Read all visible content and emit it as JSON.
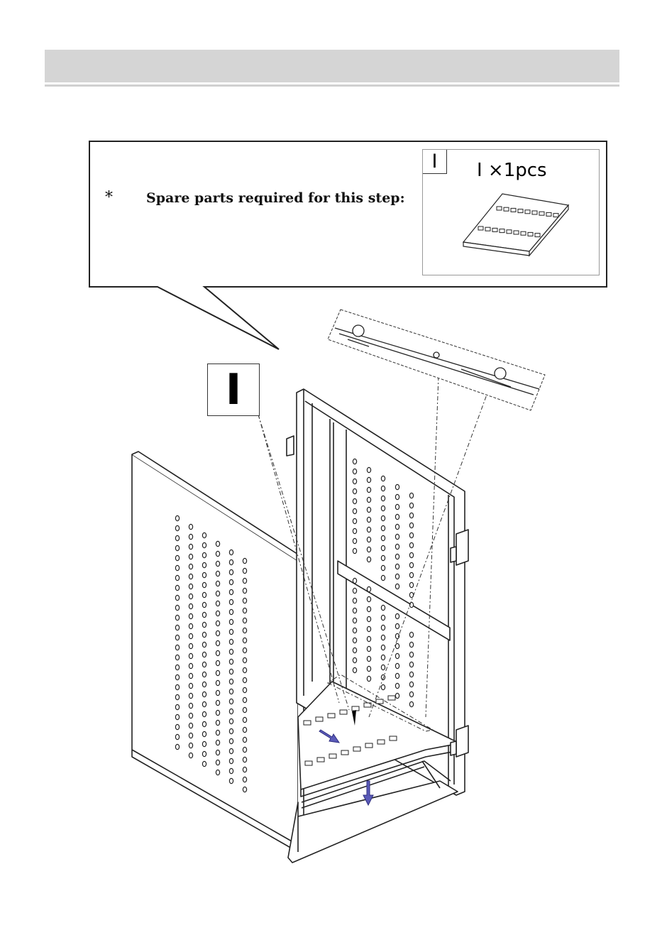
{
  "instruction": {
    "bullet": "*",
    "text": "Spare parts required for this step:"
  },
  "parts": [
    {
      "letter": "I",
      "quantity_label": "I ×1pcs"
    }
  ],
  "diagram": {
    "part_callout_label": "I",
    "arrow_color": "#5a5ab8"
  }
}
